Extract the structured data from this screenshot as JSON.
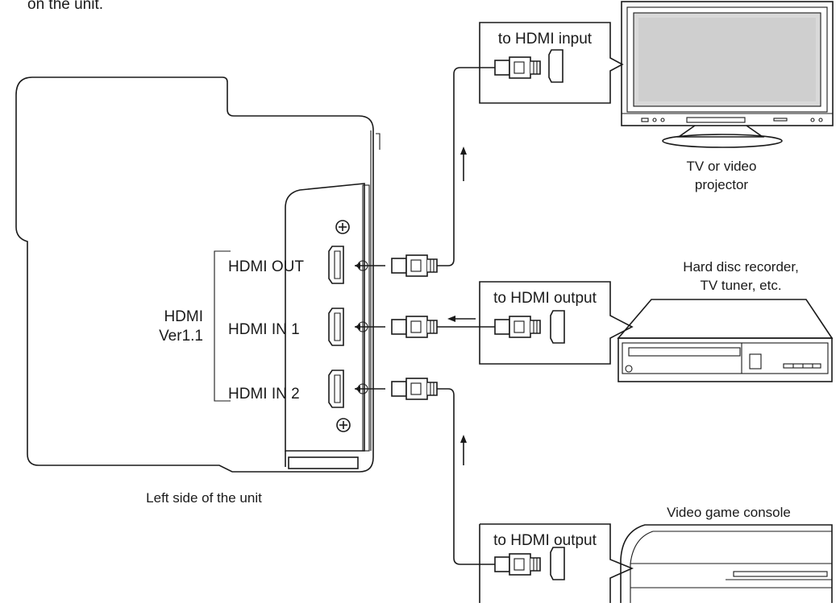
{
  "intro_fragment": "on the unit.",
  "unit": {
    "caption": "Left side of the unit",
    "group_label_line1": "HDMI",
    "group_label_line2": "Ver1.1",
    "ports": [
      {
        "id": "out",
        "label": "HDMI OUT"
      },
      {
        "id": "in1",
        "label": "HDMI IN 1"
      },
      {
        "id": "in2",
        "label": "HDMI IN 2"
      }
    ]
  },
  "devices": {
    "tv": {
      "caption_line1": "TV or video",
      "caption_line2": "projector",
      "callout": "to HDMI input"
    },
    "recorder": {
      "caption_line1": "Hard disc recorder,",
      "caption_line2": "TV tuner, etc.",
      "callout": "to HDMI output"
    },
    "console": {
      "caption": "Video game console",
      "callout": "to HDMI output"
    }
  }
}
